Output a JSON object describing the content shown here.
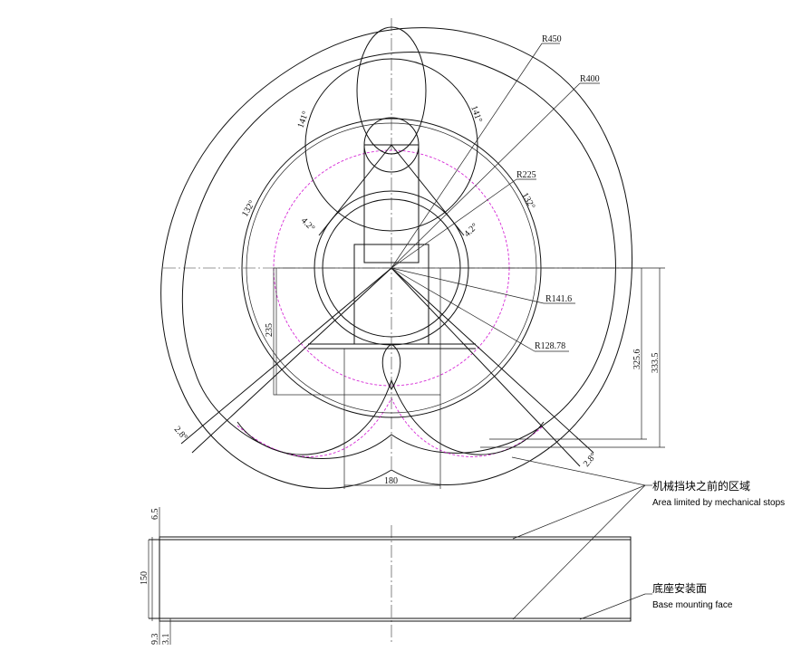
{
  "radii": {
    "r450": "R450",
    "r400": "R400",
    "r225": "R225",
    "r141": "R141.6",
    "r128": "R128.78"
  },
  "angles": {
    "a141_left": "141°",
    "a141_right": "141°",
    "a132_left": "132°",
    "a132_right": "132°",
    "a42_left": "4.2°",
    "a42_right": "4.2°",
    "a28_left": "2.8°",
    "a28_right": "2.8°"
  },
  "dimensions": {
    "d235": "235",
    "d325": "325.6",
    "d333": "333.5",
    "d180": "180",
    "d65": "6.5",
    "d150": "150",
    "d93": "9.3",
    "d31": "3.1"
  },
  "notes": {
    "stops_cn": "机械挡块之前的区域",
    "stops_en": "Area limited by mechanical stops",
    "base_cn": "底座安装面",
    "base_en": "Base mounting face"
  },
  "colors": {
    "line": "#111111",
    "limit_circle": "#d62ad6"
  }
}
